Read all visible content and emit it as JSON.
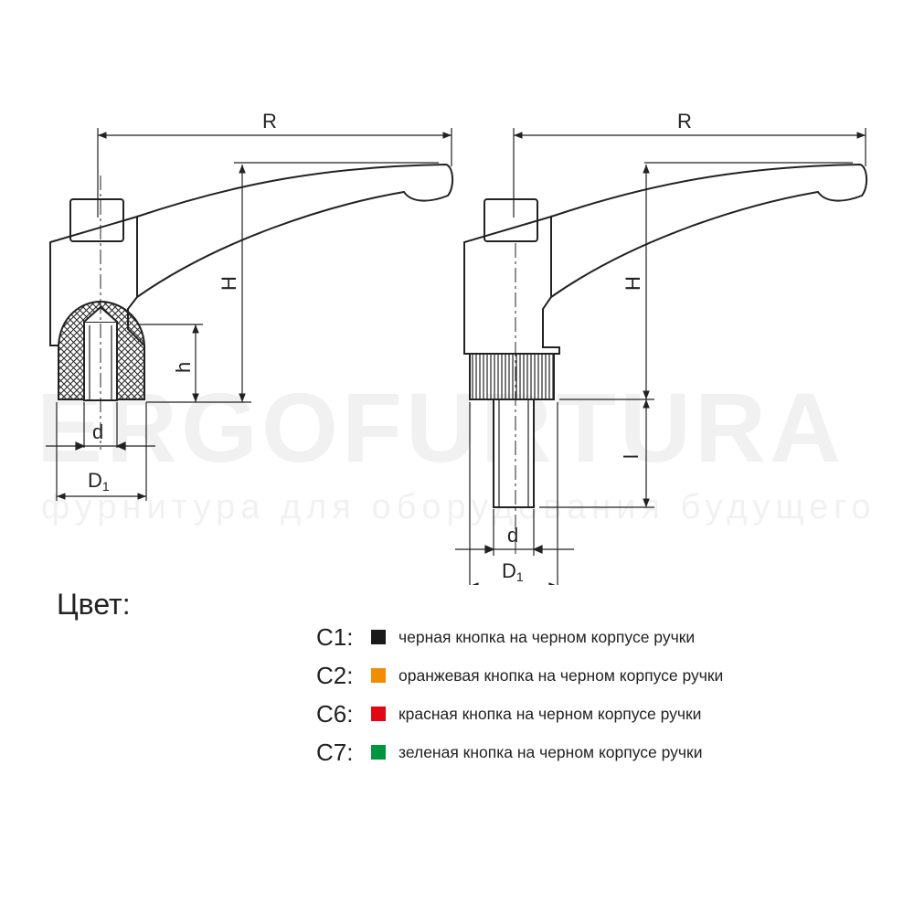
{
  "watermark": {
    "brand": "ERGOFURTURA",
    "slogan": "фурнитура для оборудования будущего"
  },
  "dimensions": {
    "R": "R",
    "H": "H",
    "h": "h",
    "l": "l",
    "d": "d",
    "D1_main": "D",
    "D1_sub": "1"
  },
  "legend": {
    "title": "Цвет:",
    "items": [
      {
        "code": "C1:",
        "color": "#1a1a1a",
        "text": "черная кнопка на черном корпусе ручки"
      },
      {
        "code": "C2:",
        "color": "#f28c00",
        "text": "оранжевая кнопка на черном корпусе ручки"
      },
      {
        "code": "C6:",
        "color": "#e30613",
        "text": "красная кнопка на черном корпусе ручки"
      },
      {
        "code": "C7:",
        "color": "#00963f",
        "text": "зеленая кнопка на черном корпусе ручки"
      }
    ]
  }
}
